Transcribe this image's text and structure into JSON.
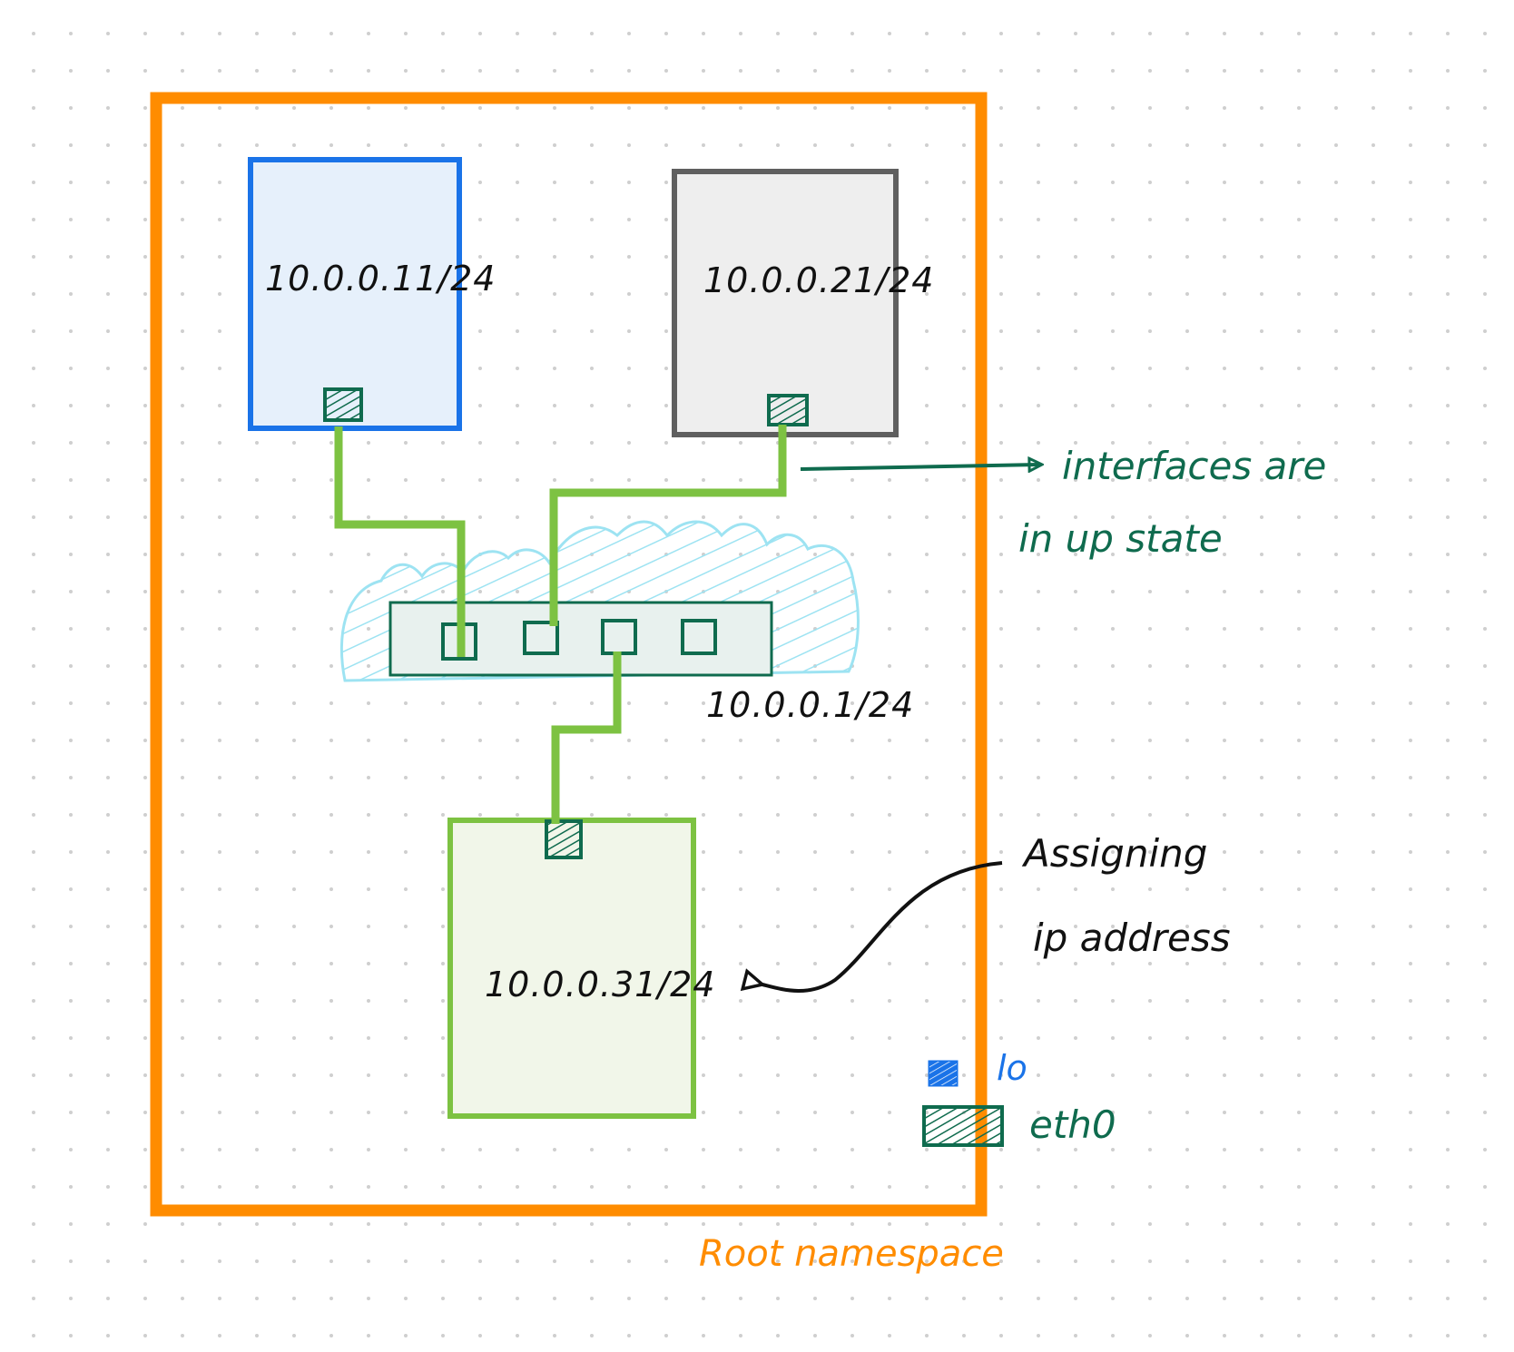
{
  "diagram": {
    "root_namespace_label": "Root namespace",
    "namespaces": [
      {
        "ip": "10.0.0.11/24",
        "color": "#1a73e8",
        "fill": "#e6f0fb"
      },
      {
        "ip": "10.0.0.21/24",
        "color": "#5f5f5f",
        "fill": "#eeeeee"
      },
      {
        "ip": "10.0.0.31/24",
        "color": "#7dc242",
        "fill": "#f1f6e9"
      }
    ],
    "bridge": {
      "ip": "10.0.0.1/24",
      "ports": 4
    },
    "annotations": {
      "interfaces_line1": "interfaces are",
      "interfaces_line2": "in up state",
      "assigning_line1": "Assigning",
      "assigning_line2": "ip address"
    },
    "legend": {
      "lo_label": "lo",
      "eth_label": "eth0"
    },
    "colors": {
      "root_border": "#ff8c00",
      "cable": "#7dc242",
      "bridge_cloud": "#9de3f2",
      "interface": "#0f6b4e",
      "lo": "#1a73e8"
    }
  }
}
